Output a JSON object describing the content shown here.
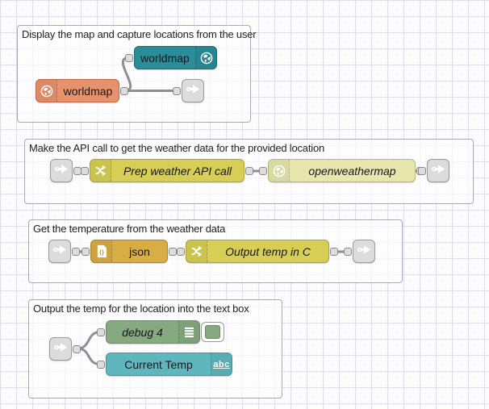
{
  "editor": {
    "kind": "flow-canvas"
  },
  "groups": {
    "g1": {
      "title": "Display the map and capture locations from the user"
    },
    "g2": {
      "title": "Make the API call to get the weather data for the provided location"
    },
    "g3": {
      "title": "Get the temperature from the weather data"
    },
    "g4": {
      "title": "Output the temp for the location into the text box"
    }
  },
  "nodes": {
    "worldmap_display": {
      "label": "worldmap",
      "icon": "globe-icon",
      "color": "#2b8d97"
    },
    "worldmap_in": {
      "label": "worldmap",
      "icon": "globe-icon",
      "color": "#e8916d"
    },
    "prep_weather_api_call": {
      "label": "Prep weather API call",
      "icon": "swap-arrows-icon",
      "color": "#d7cf55"
    },
    "openweathermap": {
      "label": "openweathermap",
      "icon": "globe-icon",
      "color": "#e6e6ad"
    },
    "json_parser": {
      "label": "json",
      "icon": "json-file-icon",
      "color": "#d9ad45"
    },
    "output_temp_in_c": {
      "label": "Output temp in C",
      "icon": "swap-arrows-icon",
      "color": "#d7cf55"
    },
    "debug_4": {
      "label": "debug 4",
      "icon": "debug-lines-icon",
      "color": "#87a980"
    },
    "current_temp": {
      "label": "Current Temp",
      "icon": "abc-text-icon",
      "color": "#5fb7bd"
    }
  },
  "icons": {
    "abc_text": "abc"
  },
  "colors": {
    "link_node": "#dcdcdc",
    "wire": "#8e8e96",
    "canvas_bg": "#fdfdfe",
    "grid_line": "#dcdcec",
    "group_border": "#a8a8b2",
    "debug_toggle_active": "#87a980"
  }
}
